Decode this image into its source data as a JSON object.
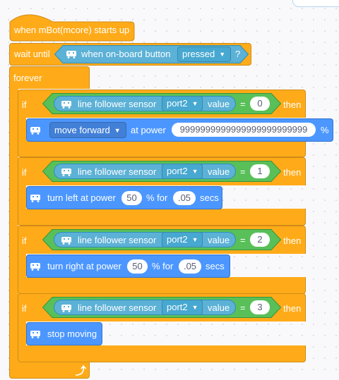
{
  "hat": {
    "label": "when mBot(mcore) starts up"
  },
  "wait": {
    "label": "wait until",
    "sensor_label": "when on-board button",
    "dropdown": "pressed",
    "extra": "?"
  },
  "forever": {
    "label": "forever"
  },
  "if_blocks": [
    {
      "if_label": "if",
      "then_label": "then",
      "sensor_label": "line follower sensor",
      "port": "port2",
      "value_label": "value",
      "operator": "=",
      "compare": "0",
      "action": {
        "kind": "move",
        "dropdown": "move forward",
        "label_before": "at power",
        "power": "9999999999999999999999999",
        "label_after": "%"
      }
    },
    {
      "if_label": "if",
      "then_label": "then",
      "sensor_label": "line follower sensor",
      "port": "port2",
      "value_label": "value",
      "operator": "=",
      "compare": "1",
      "action": {
        "kind": "turn",
        "label_before": "turn left at power",
        "power": "50",
        "label_mid": "% for",
        "secs": ".05",
        "label_after": "secs"
      }
    },
    {
      "if_label": "if",
      "then_label": "then",
      "sensor_label": "line follower sensor",
      "port": "port2",
      "value_label": "value",
      "operator": "=",
      "compare": "2",
      "action": {
        "kind": "turn",
        "label_before": "turn right at power",
        "power": "50",
        "label_mid": "% for",
        "secs": ".05",
        "label_after": "secs"
      }
    },
    {
      "if_label": "if",
      "then_label": "then",
      "sensor_label": "line follower sensor",
      "port": "port2",
      "value_label": "value",
      "operator": "=",
      "compare": "3",
      "action": {
        "kind": "stop",
        "label_before": "stop moving"
      }
    }
  ],
  "colors": {
    "control": "#ffab19",
    "control_border": "#cf8b17",
    "motion": "#4c97ff",
    "sensing": "#5cb1d6",
    "operator": "#59c059"
  },
  "icons": {
    "extension": "robot-icon",
    "loop_end": "loop-arrow-icon"
  }
}
